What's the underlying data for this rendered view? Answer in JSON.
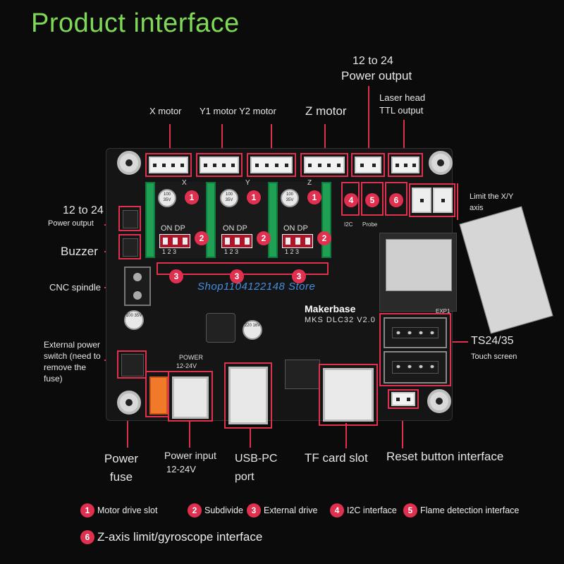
{
  "title": "Product interface",
  "labels": {
    "power_out_top": "12 to 24",
    "power_out_top2": "Power output",
    "laser_head": "Laser head",
    "ttl_output": "TTL output",
    "x_motor": "X motor",
    "y_motors": "Y1 motor Y2 motor",
    "z_motor": "Z motor",
    "limit": "Limit the X/Y axis",
    "power_out_left": "12 to 24",
    "power_out_left2": "Power output",
    "buzzer": "Buzzer",
    "cnc_spindle": "CNC spindle",
    "ext_power_switch": "External power switch (need to remove the fuse)",
    "ts": "TS24/35",
    "touch_screen": "Touch screen",
    "power_fuse": "Power fuse",
    "power_input": "Power input",
    "power_input_v": "12-24V",
    "usb_pc": "USB-PC port",
    "tf_card": "TF card slot",
    "reset": "Reset button interface"
  },
  "board": {
    "brand": "Makerbase",
    "model": "MKS DLC32 V2.0",
    "power_text": "POWER",
    "power_v": "12-24V",
    "axis_x": "X",
    "axis_y": "Y",
    "axis_z": "Z",
    "on_dp": "ON DP",
    "dip_nums": "1 2 3",
    "probe": "Probe",
    "exp1": "EXP1",
    "i2c": "I2C"
  },
  "watermark": "Shop1104122148 Store",
  "legend": [
    {
      "num": "1",
      "text": "Motor drive slot"
    },
    {
      "num": "2",
      "text": "Subdivide"
    },
    {
      "num": "3",
      "text": "External drive"
    },
    {
      "num": "4",
      "text": "I2C interface"
    },
    {
      "num": "5",
      "text": "Flame detection interface"
    },
    {
      "num": "6",
      "text": "Z-axis limit/gyroscope interface"
    }
  ],
  "colors": {
    "title": "#7ed957",
    "accent": "#e0304f",
    "driver": "#1fa055"
  }
}
